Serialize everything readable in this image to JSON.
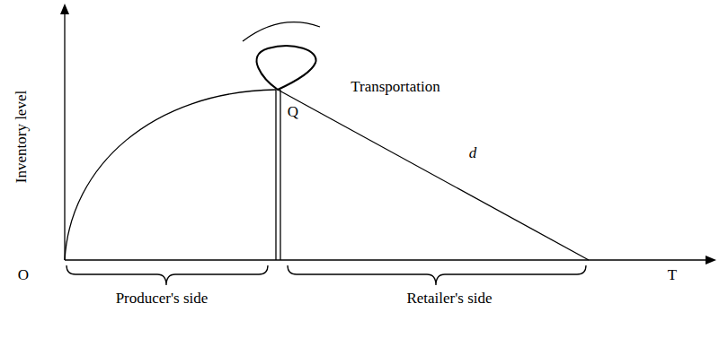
{
  "diagram": {
    "labels": [
      "Inventory level",
      "Q",
      "Transportation",
      "d",
      "O",
      "T",
      "Producer's side",
      "Retailer's side"
    ]
  }
}
